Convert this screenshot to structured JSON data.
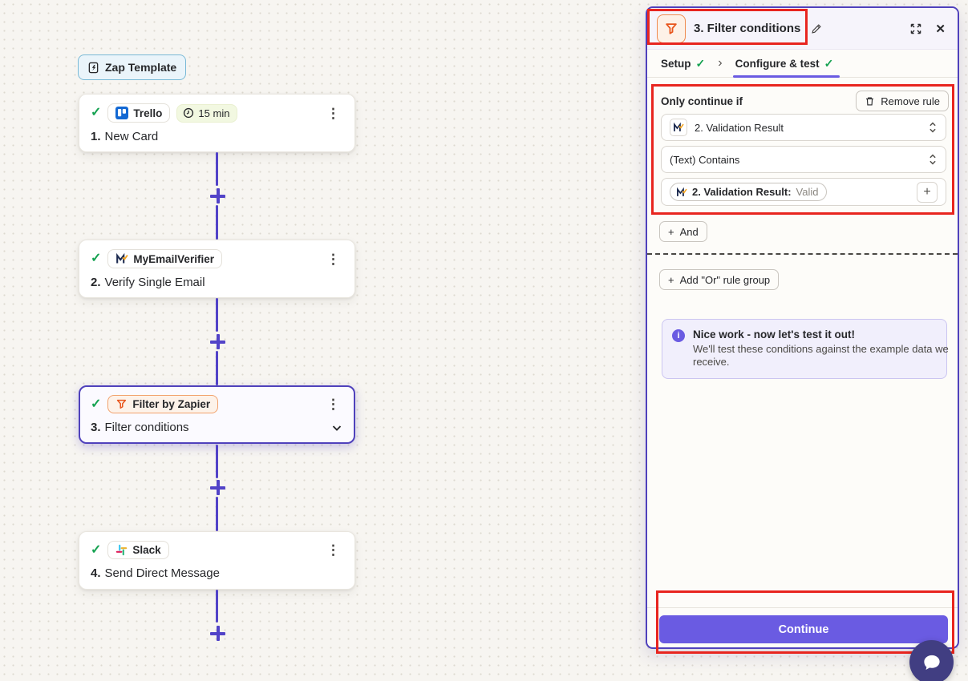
{
  "canvas": {
    "template_badge": "Zap Template",
    "steps": [
      {
        "num": "1.",
        "app": "Trello",
        "title": "New Card",
        "timer": "15 min"
      },
      {
        "num": "2.",
        "app": "MyEmailVerifier",
        "title": "Verify Single Email"
      },
      {
        "num": "3.",
        "app": "Filter by Zapier",
        "title": "Filter conditions"
      },
      {
        "num": "4.",
        "app": "Slack",
        "title": "Send Direct Message"
      }
    ]
  },
  "panel": {
    "title": "3. Filter conditions",
    "tabs": {
      "setup": "Setup",
      "configure": "Configure & test"
    },
    "rule": {
      "heading": "Only continue if",
      "remove": "Remove rule",
      "field": "2. Validation Result",
      "operator": "(Text) Contains",
      "value_label": "2. Validation Result:",
      "value": "Valid",
      "and": "And",
      "or_group": "Add \"Or\" rule group"
    },
    "info": {
      "title": "Nice work - now let's test it out!",
      "body": "We'll test these conditions against the example data we receive."
    },
    "continue_label": "Continue"
  },
  "glyphs": {
    "check": "✓",
    "kebab": "⋮",
    "close": "✕",
    "chevron_right": "›",
    "plus": "+",
    "info": "i"
  },
  "colors": {
    "accent_purple": "#6a5be2",
    "panel_border_purple": "#4f41bc",
    "connector_purple": "#5243c8",
    "filter_orange": "#e8551c",
    "success_green": "#15a251",
    "annotation_red": "#e8251f",
    "canvas_background": "#f7f5f1"
  }
}
